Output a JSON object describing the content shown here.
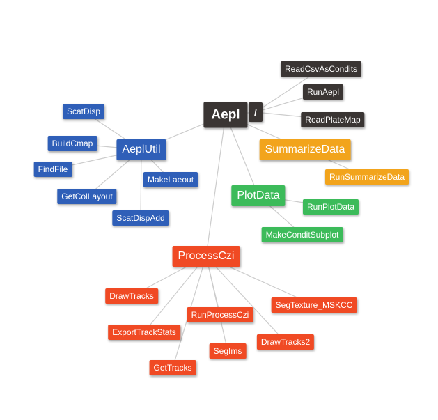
{
  "colors": {
    "dark": "#3a3533",
    "blue": "#2f5fb8",
    "orange": "#f2a41c",
    "green": "#3cbb5a",
    "red": "#f04a24",
    "edge": "#cccccc"
  },
  "tree": {
    "root": {
      "label": "Aepl"
    },
    "slash": {
      "label": "/"
    },
    "aepl_children": [
      {
        "label": "ReadCsvAsCondits"
      },
      {
        "label": "RunAepl"
      },
      {
        "label": "ReadPlateMap"
      }
    ],
    "aeplutil": {
      "label": "AeplUtil",
      "children": [
        {
          "label": "ScatDisp"
        },
        {
          "label": "BuildCmap"
        },
        {
          "label": "FindFile"
        },
        {
          "label": "GetColLayout"
        },
        {
          "label": "ScatDispAdd"
        },
        {
          "label": "MakeLaeout"
        }
      ]
    },
    "summarizedata": {
      "label": "SummarizeData",
      "children": [
        {
          "label": "RunSummarizeData"
        }
      ]
    },
    "plotdata": {
      "label": "PlotData",
      "children": [
        {
          "label": "RunPlotData"
        },
        {
          "label": "MakeConditSubplot"
        }
      ]
    },
    "processczi": {
      "label": "ProcessCzi",
      "children": [
        {
          "label": "DrawTracks"
        },
        {
          "label": "RunProcessCzi"
        },
        {
          "label": "SegTexture_MSKCC"
        },
        {
          "label": "ExportTrackStats"
        },
        {
          "label": "DrawTracks2"
        },
        {
          "label": "SegIms"
        },
        {
          "label": "GetTracks"
        }
      ]
    }
  }
}
